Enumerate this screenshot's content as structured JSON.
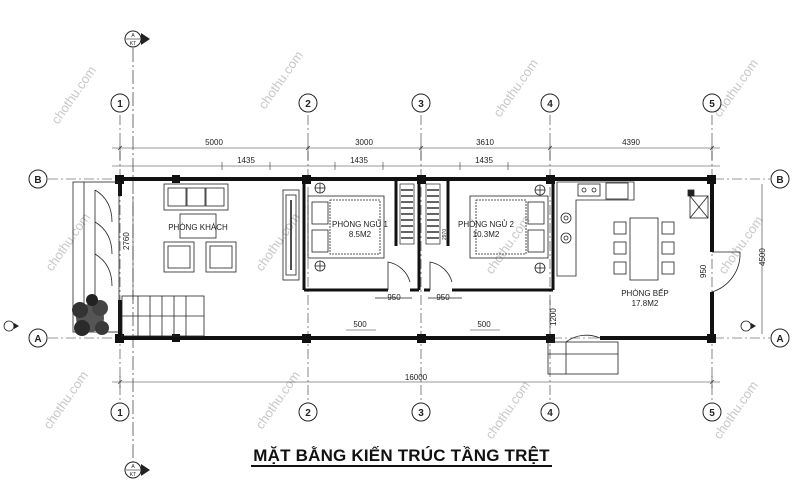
{
  "title": "MẶT BẰNG KIẾN TRÚC TẦNG TRỆT",
  "grid_columns": [
    "1",
    "2",
    "3",
    "4",
    "5"
  ],
  "grid_rows": [
    "B",
    "A"
  ],
  "section_mark": {
    "top": "A",
    "bottom": "KT"
  },
  "dimensions": {
    "spans": [
      "5000",
      "3000",
      "3610",
      "4390"
    ],
    "openings_top": [
      "1435",
      "1435",
      "1435"
    ],
    "doors": [
      "950",
      "950"
    ],
    "windows_bottom": [
      "500",
      "500"
    ],
    "total": "16000",
    "left_depth": "2760",
    "right_depth": "4500",
    "right_inner": "950",
    "stair_gap": "1200",
    "mid_partition": "2970"
  },
  "rooms": {
    "living": {
      "name": "PHÒNG KHÁCH",
      "area": ""
    },
    "bed1": {
      "name": "PHÒNG NGỦ 1",
      "area": "8.5M2"
    },
    "bed2": {
      "name": "PHÒNG NGỦ 2",
      "area": "10.3M2"
    },
    "kitchen": {
      "name": "PHÒNG BẾP",
      "area": "17.8M2"
    }
  },
  "watermark": "chothu.com"
}
